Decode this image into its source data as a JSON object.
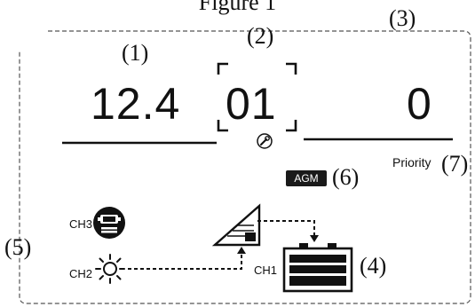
{
  "figure": {
    "title": "Figure 1"
  },
  "callouts": {
    "c1": "(1)",
    "c2": "(2)",
    "c3": "(3)",
    "c4": "(4)",
    "c5": "(5)",
    "c6": "(6)",
    "c7": "(7)"
  },
  "display": {
    "voltage": "12.4",
    "mode_code": "01",
    "priority_value": "0",
    "priority_label": "Priority",
    "battery_type": "AGM"
  },
  "channels": {
    "ch1": "CH1",
    "ch2": "CH2",
    "ch3": "CH3"
  },
  "icons": {
    "settings": "wrench-icon",
    "ch3_source": "engine-icon",
    "ch2_source": "sun-icon",
    "controller": "charge-controller-icon",
    "battery": "battery-icon"
  },
  "colors": {
    "ink": "#111111",
    "frame": "#555555",
    "badge": "#1a1a1a"
  }
}
